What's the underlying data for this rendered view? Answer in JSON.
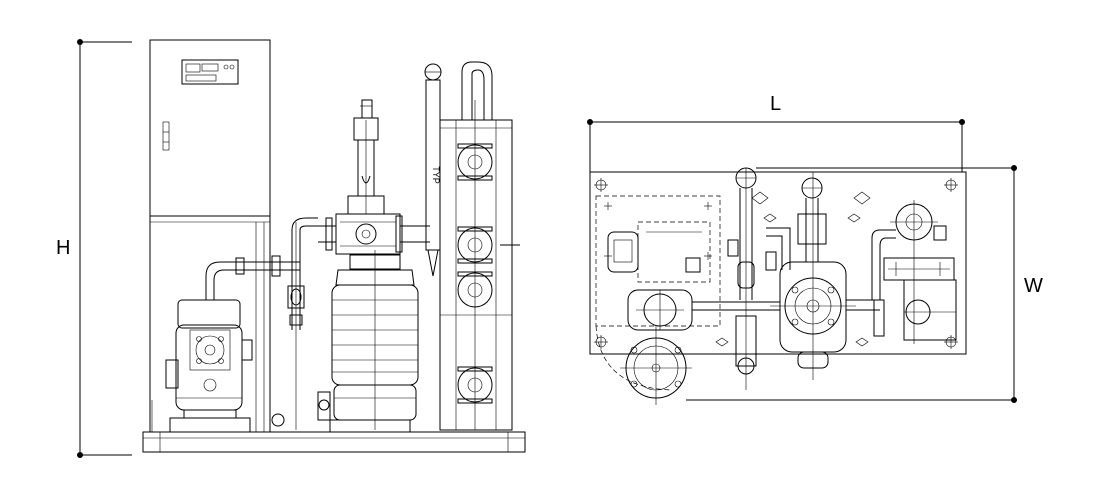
{
  "dimensions": {
    "height_label": "H",
    "length_label": "L",
    "width_label": "W"
  },
  "side_view": {
    "gauge_text": "TYP"
  }
}
